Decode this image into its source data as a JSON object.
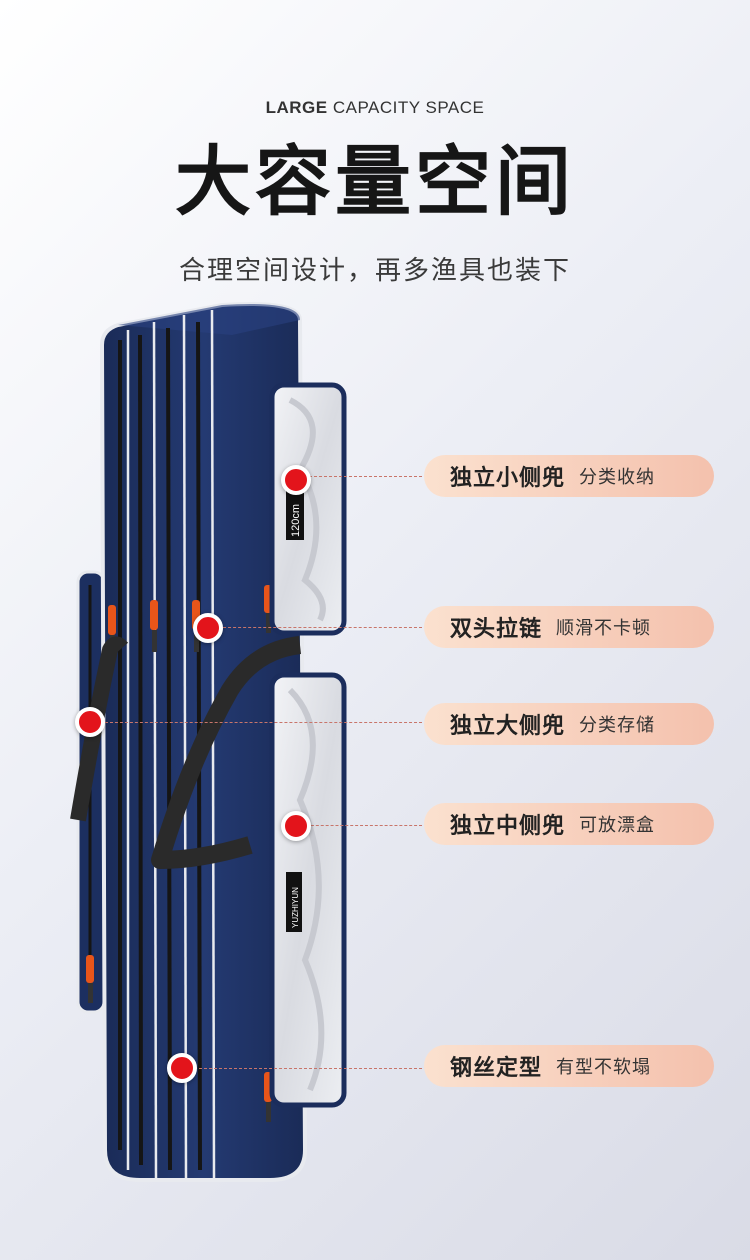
{
  "header": {
    "en_bold": "LARGE",
    "en_rest": "CAPACITY SPACE",
    "cn_title": "大容量空间",
    "cn_subtitle": "合理空间设计，再多渔具也装下"
  },
  "product": {
    "size_label": "120cm",
    "brand_label": "YUZHIYUN",
    "colors": {
      "body": "#1f3467",
      "body_dark": "#15244a",
      "edge": "#e8eaef",
      "zipper": "#151515",
      "puller": "#e8551a",
      "strap": "#2a2a2a",
      "panel": "#e2e4e9",
      "dot": "#e3141b"
    }
  },
  "features": [
    {
      "title": "独立小侧兜",
      "desc": "分类收纳"
    },
    {
      "title": "双头拉链",
      "desc": "顺滑不卡顿"
    },
    {
      "title": "独立大侧兜",
      "desc": "分类存储"
    },
    {
      "title": "独立中侧兜",
      "desc": "可放漂盒"
    },
    {
      "title": "钢丝定型",
      "desc": "有型不软塌"
    }
  ]
}
